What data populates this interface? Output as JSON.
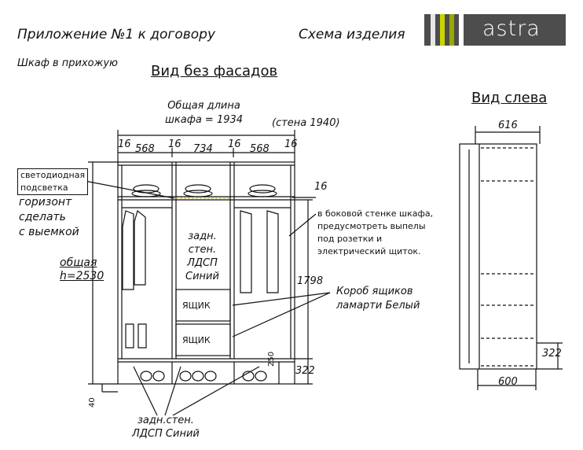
{
  "header": {
    "appendix": "Приложение №1 к договору",
    "scheme": "Схема изделия",
    "logo_text": "astra",
    "logo_colors": [
      "#f2f2f2",
      "#c8d400",
      "#9aa800",
      "#ffffff"
    ]
  },
  "product": "Шкаф в прихожую",
  "front_view": {
    "title": "Вид без фасадов",
    "total_length_label": "Общая длина\nшкафа = 1934",
    "wall_label": "(стена 1940)",
    "widths": [
      "16",
      "568",
      "16",
      "734",
      "16",
      "568",
      "16"
    ],
    "top_thickness": "16",
    "total_height_label": "общая\nh=2530",
    "inner_height": "1798",
    "plinth_height": "322",
    "drawer_height": "250",
    "bottom_gap": "40",
    "led_label": "светодиодная\nподсветка",
    "horizon_label": "горизонт\nсделать\nс выемкой",
    "back_panel_label": "задн.\nстен.\nЛДСП\nСиний",
    "drawer_label_1": "ЯЩИК",
    "drawer_label_2": "ЯЩИК",
    "drawer_box_label": "Короб ящиков\nламарти Белый",
    "side_note": "в боковой стенке шкафа,\nпредусмотреть выпелы\nпод розетки и\nэлектрический щиток.",
    "bottom_back_label": "задн.стен.\nЛДСП Синий"
  },
  "side_view": {
    "title": "Вид слева",
    "depth_top": "616",
    "depth_bottom": "600",
    "plinth_height": "322"
  }
}
